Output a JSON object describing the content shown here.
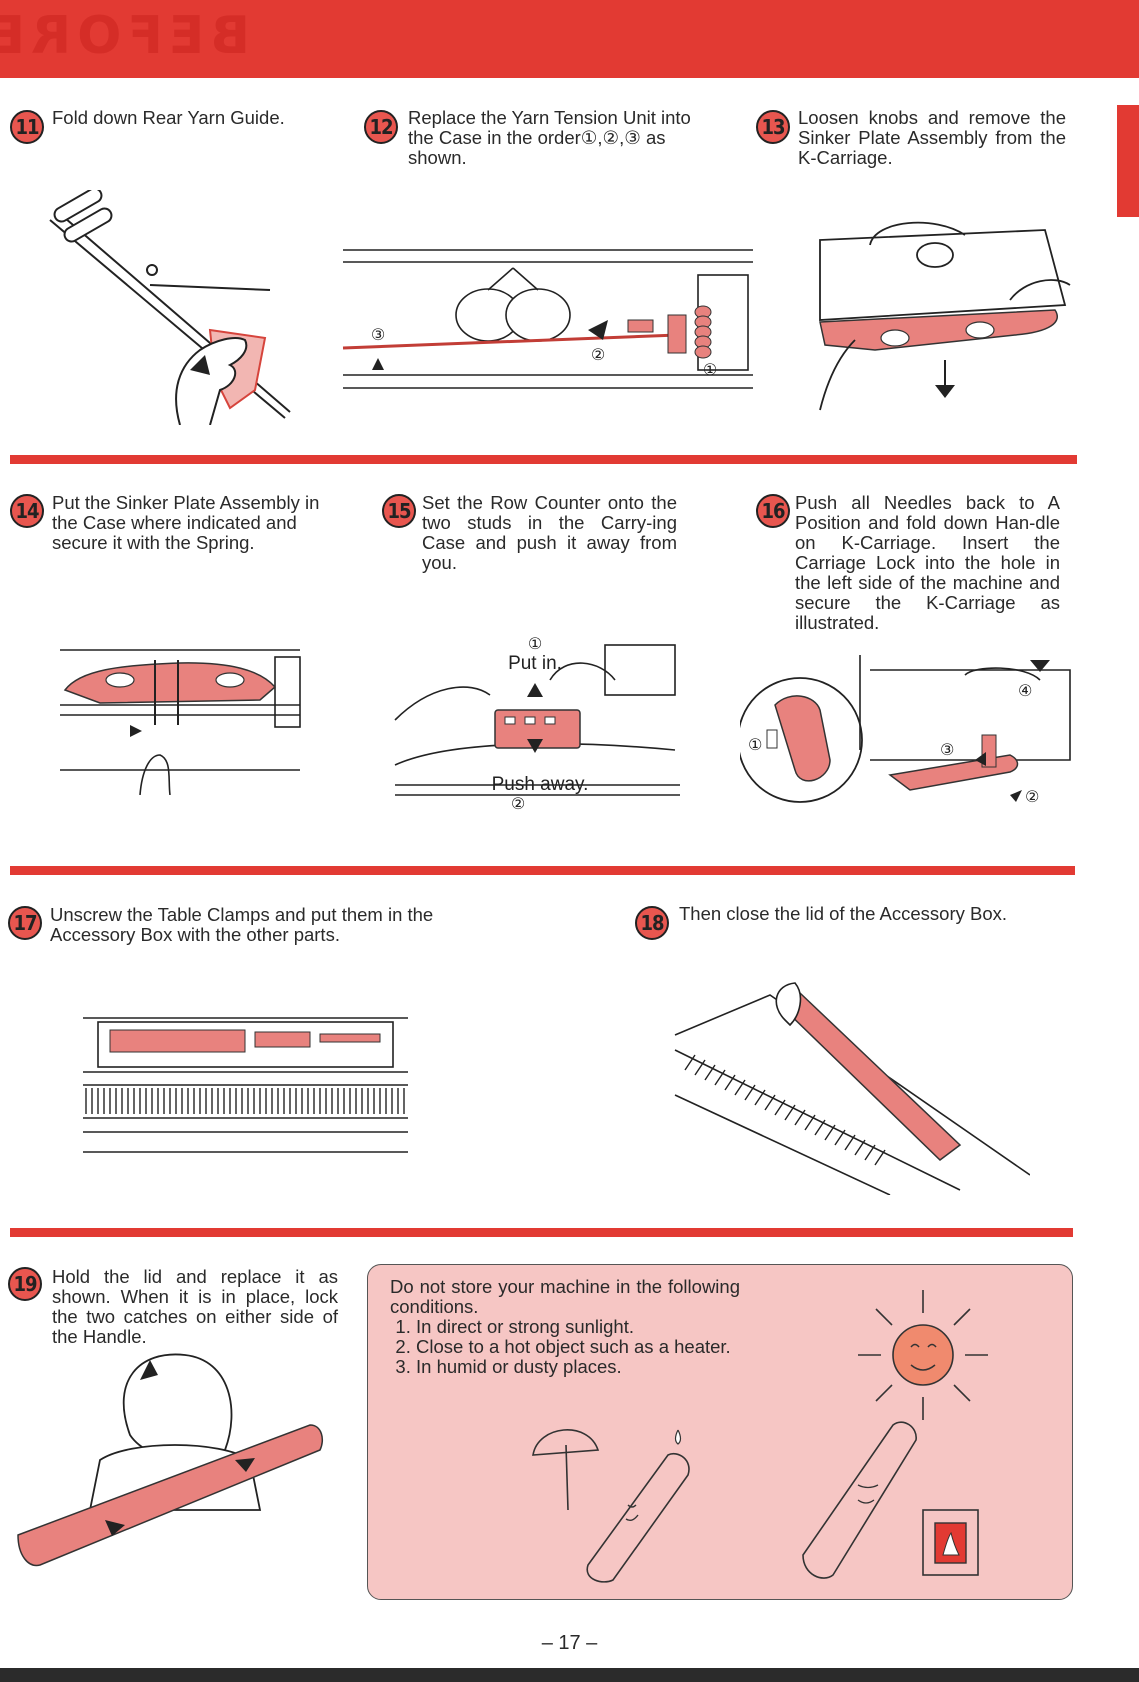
{
  "page_title": "BEFORE STARTING TO KNIT",
  "steps": [
    {
      "num": "11",
      "text": "Fold down Rear Yarn Guide."
    },
    {
      "num": "12",
      "text": "Replace the Yarn Tension Unit into the Case in the order①,②,③ as shown."
    },
    {
      "num": "13",
      "text": "Loosen knobs and remove the Sinker Plate Assembly from the K-Carriage."
    },
    {
      "num": "14",
      "text": "Put the Sinker Plate Assembly in the Case where indicated and secure it with the Spring."
    },
    {
      "num": "15",
      "text": "Set the Row Counter onto the two studs in the Carry-ing Case and push it away from you."
    },
    {
      "num": "16",
      "text": "Push all Needles back to A Position and fold down Han-dle on K-Carriage. Insert the Carriage Lock into the hole in the left side of the machine and secure the K-Carriage as illustrated."
    },
    {
      "num": "17",
      "text": "Unscrew the Table Clamps and put them in the Accessory Box with the other parts."
    },
    {
      "num": "18",
      "text": "Then close the lid of the Accessory Box."
    },
    {
      "num": "19",
      "text": "Hold the lid and replace it as shown. When it is in place, lock the two catches on either side of the Handle."
    }
  ],
  "labels": {
    "put_in": "Put in.",
    "push_away": "Push away.",
    "c1": "①",
    "c2": "②",
    "c3": "③",
    "c4": "④"
  },
  "warning": {
    "intro": "Do not store your machine in the following conditions.",
    "items": [
      "In direct or strong sunlight.",
      "Close to a hot object such as a heater.",
      "In humid or dusty places."
    ]
  },
  "page_number": "– 17 –",
  "colors": {
    "accent": "#e23a33",
    "pink": "#e8827e",
    "box": "#f6c6c4"
  }
}
